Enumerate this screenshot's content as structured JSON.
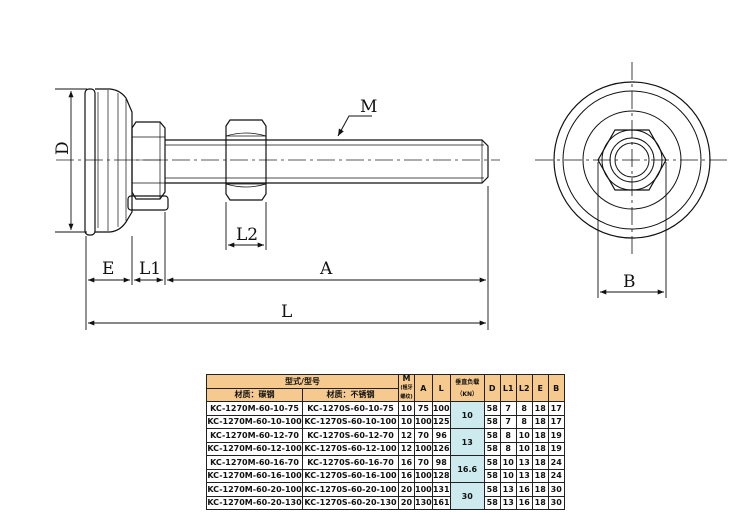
{
  "drawing": {
    "labels": {
      "thread": "M",
      "diameter": "D",
      "hex_gap": "L2",
      "offset_e": "E",
      "flange": "L1",
      "thread_len": "A",
      "total_len": "L",
      "hex_width": "B"
    }
  },
  "table": {
    "header": {
      "model_group": "型式/型号",
      "carbon": "材质：碳钢",
      "stainless": "材质：不锈钢",
      "m": "M",
      "m_sub1": "(粗牙",
      "m_sub2": "螺纹)",
      "a": "A",
      "l": "L",
      "load1": "垂直负载",
      "load2": "（KN）",
      "d": "D",
      "l1": "L1",
      "l2": "L2",
      "e": "E",
      "b": "B"
    },
    "rows": [
      {
        "carbon": "KC-1270M-60-10-75",
        "stainless": "KC-1270S-60-10-75",
        "m": "10",
        "a": "75",
        "l": "100",
        "d": "58",
        "l1": "7",
        "l2": "8",
        "e": "18",
        "b": "17"
      },
      {
        "carbon": "KC-1270M-60-10-100",
        "stainless": "KC-1270S-60-10-100",
        "m": "10",
        "a": "100",
        "l": "125",
        "d": "58",
        "l1": "7",
        "l2": "8",
        "e": "18",
        "b": "17"
      },
      {
        "carbon": "KC-1270M-60-12-70",
        "stainless": "KC-1270S-60-12-70",
        "m": "12",
        "a": "70",
        "l": "96",
        "d": "58",
        "l1": "8",
        "l2": "10",
        "e": "18",
        "b": "19"
      },
      {
        "carbon": "KC-1270M-60-12-100",
        "stainless": "KC-1270S-60-12-100",
        "m": "12",
        "a": "100",
        "l": "126",
        "d": "58",
        "l1": "8",
        "l2": "10",
        "e": "18",
        "b": "19"
      },
      {
        "carbon": "KC-1270M-60-16-70",
        "stainless": "KC-1270S-60-16-70",
        "m": "16",
        "a": "70",
        "l": "98",
        "d": "58",
        "l1": "10",
        "l2": "13",
        "e": "18",
        "b": "24"
      },
      {
        "carbon": "KC-1270M-60-16-100",
        "stainless": "KC-1270S-60-16-100",
        "m": "16",
        "a": "100",
        "l": "128",
        "d": "58",
        "l1": "10",
        "l2": "13",
        "e": "18",
        "b": "24"
      },
      {
        "carbon": "KC-1270M-60-20-100",
        "stainless": "KC-1270S-60-20-100",
        "m": "20",
        "a": "100",
        "l": "131",
        "d": "58",
        "l1": "13",
        "l2": "16",
        "e": "18",
        "b": "30"
      },
      {
        "carbon": "KC-1270M-60-20-130",
        "stainless": "KC-1270S-60-20-130",
        "m": "20",
        "a": "130",
        "l": "161",
        "d": "58",
        "l1": "13",
        "l2": "16",
        "e": "18",
        "b": "30"
      }
    ],
    "loads": [
      "10",
      "13",
      "16.6",
      "30"
    ]
  }
}
